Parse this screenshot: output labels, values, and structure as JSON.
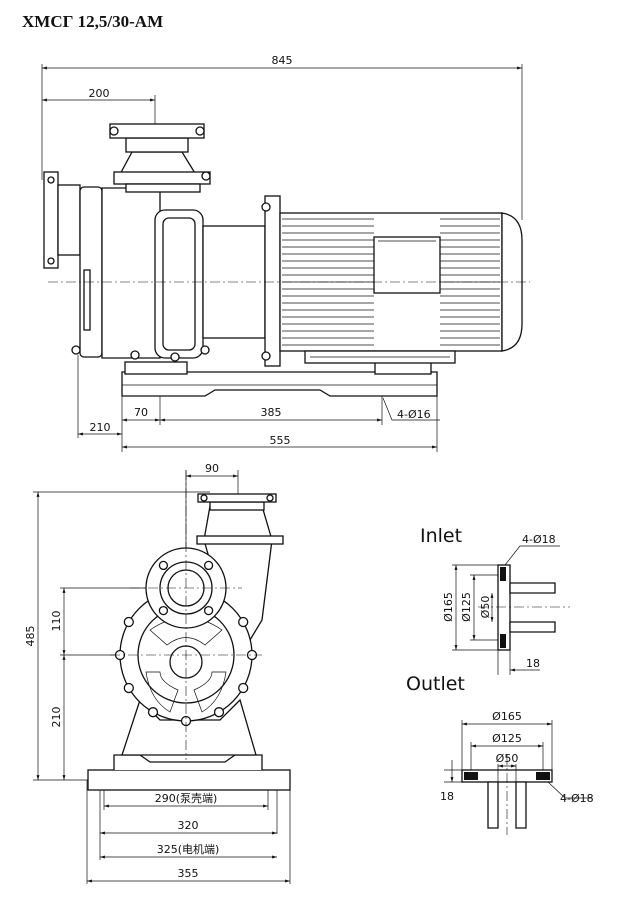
{
  "title": "ХМСГ 12,5/30-АМ",
  "side_view": {
    "dim_overall_length": "845",
    "dim_inlet_offset": "200",
    "dim_base_offset": "210",
    "dim_bolt_offset": "70",
    "dim_bolt_spacing": "385",
    "dim_base_length": "555",
    "bolt_holes": "4-Ø16"
  },
  "end_view": {
    "dim_outlet_offset": "90",
    "dim_total_height": "485",
    "dim_inlet_center_to_shaft": "110",
    "dim_shaft_height": "210",
    "dim_foot_pump": "290(泵壳端)",
    "dim_foot_inner": "320",
    "dim_foot_motor": "325(电机端)",
    "dim_foot_outer": "355"
  },
  "inlet": {
    "label": "Inlet",
    "bolt_holes": "4-Ø18",
    "d_outer": "Ø165",
    "d_bolt_circle": "Ø125",
    "d_bore": "Ø50",
    "thickness": "18"
  },
  "outlet": {
    "label": "Outlet",
    "d_outer": "Ø165",
    "d_bolt_circle": "Ø125",
    "d_bore": "Ø50",
    "thickness": "18",
    "bolt_holes": "4-Ø18"
  }
}
